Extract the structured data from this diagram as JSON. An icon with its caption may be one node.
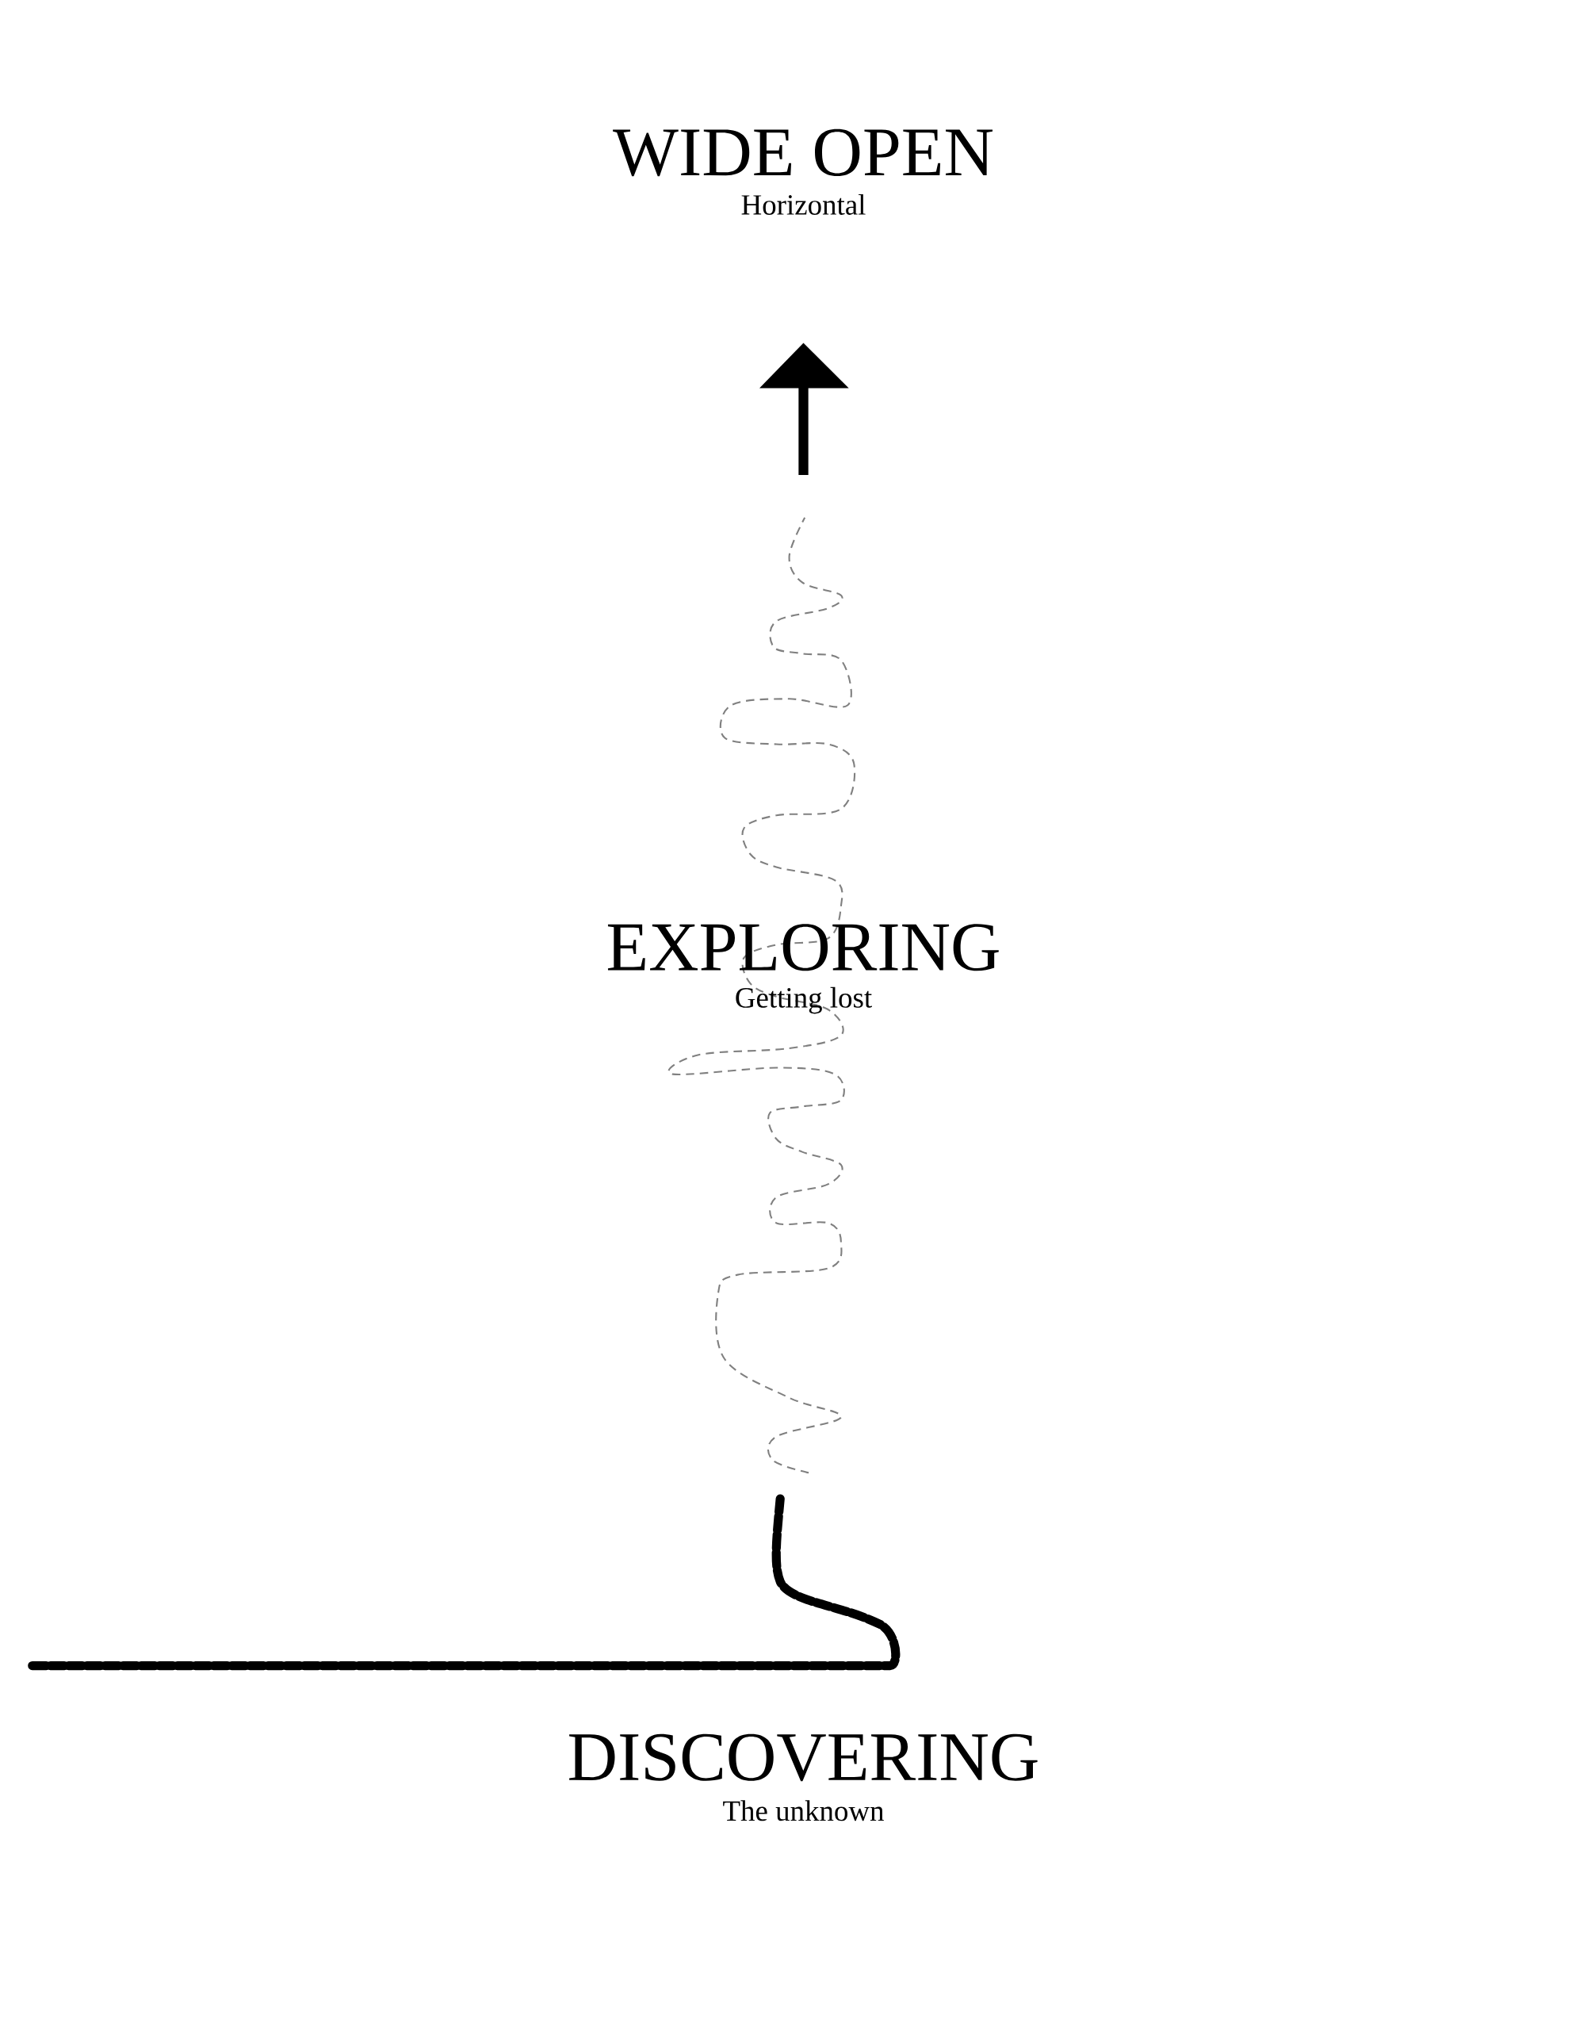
{
  "diagram": {
    "labels": [
      "WIDE OPEN",
      "Horizontal",
      "EXPLORING",
      "Getting lost",
      "DISCOVERING",
      "The unknown"
    ]
  }
}
